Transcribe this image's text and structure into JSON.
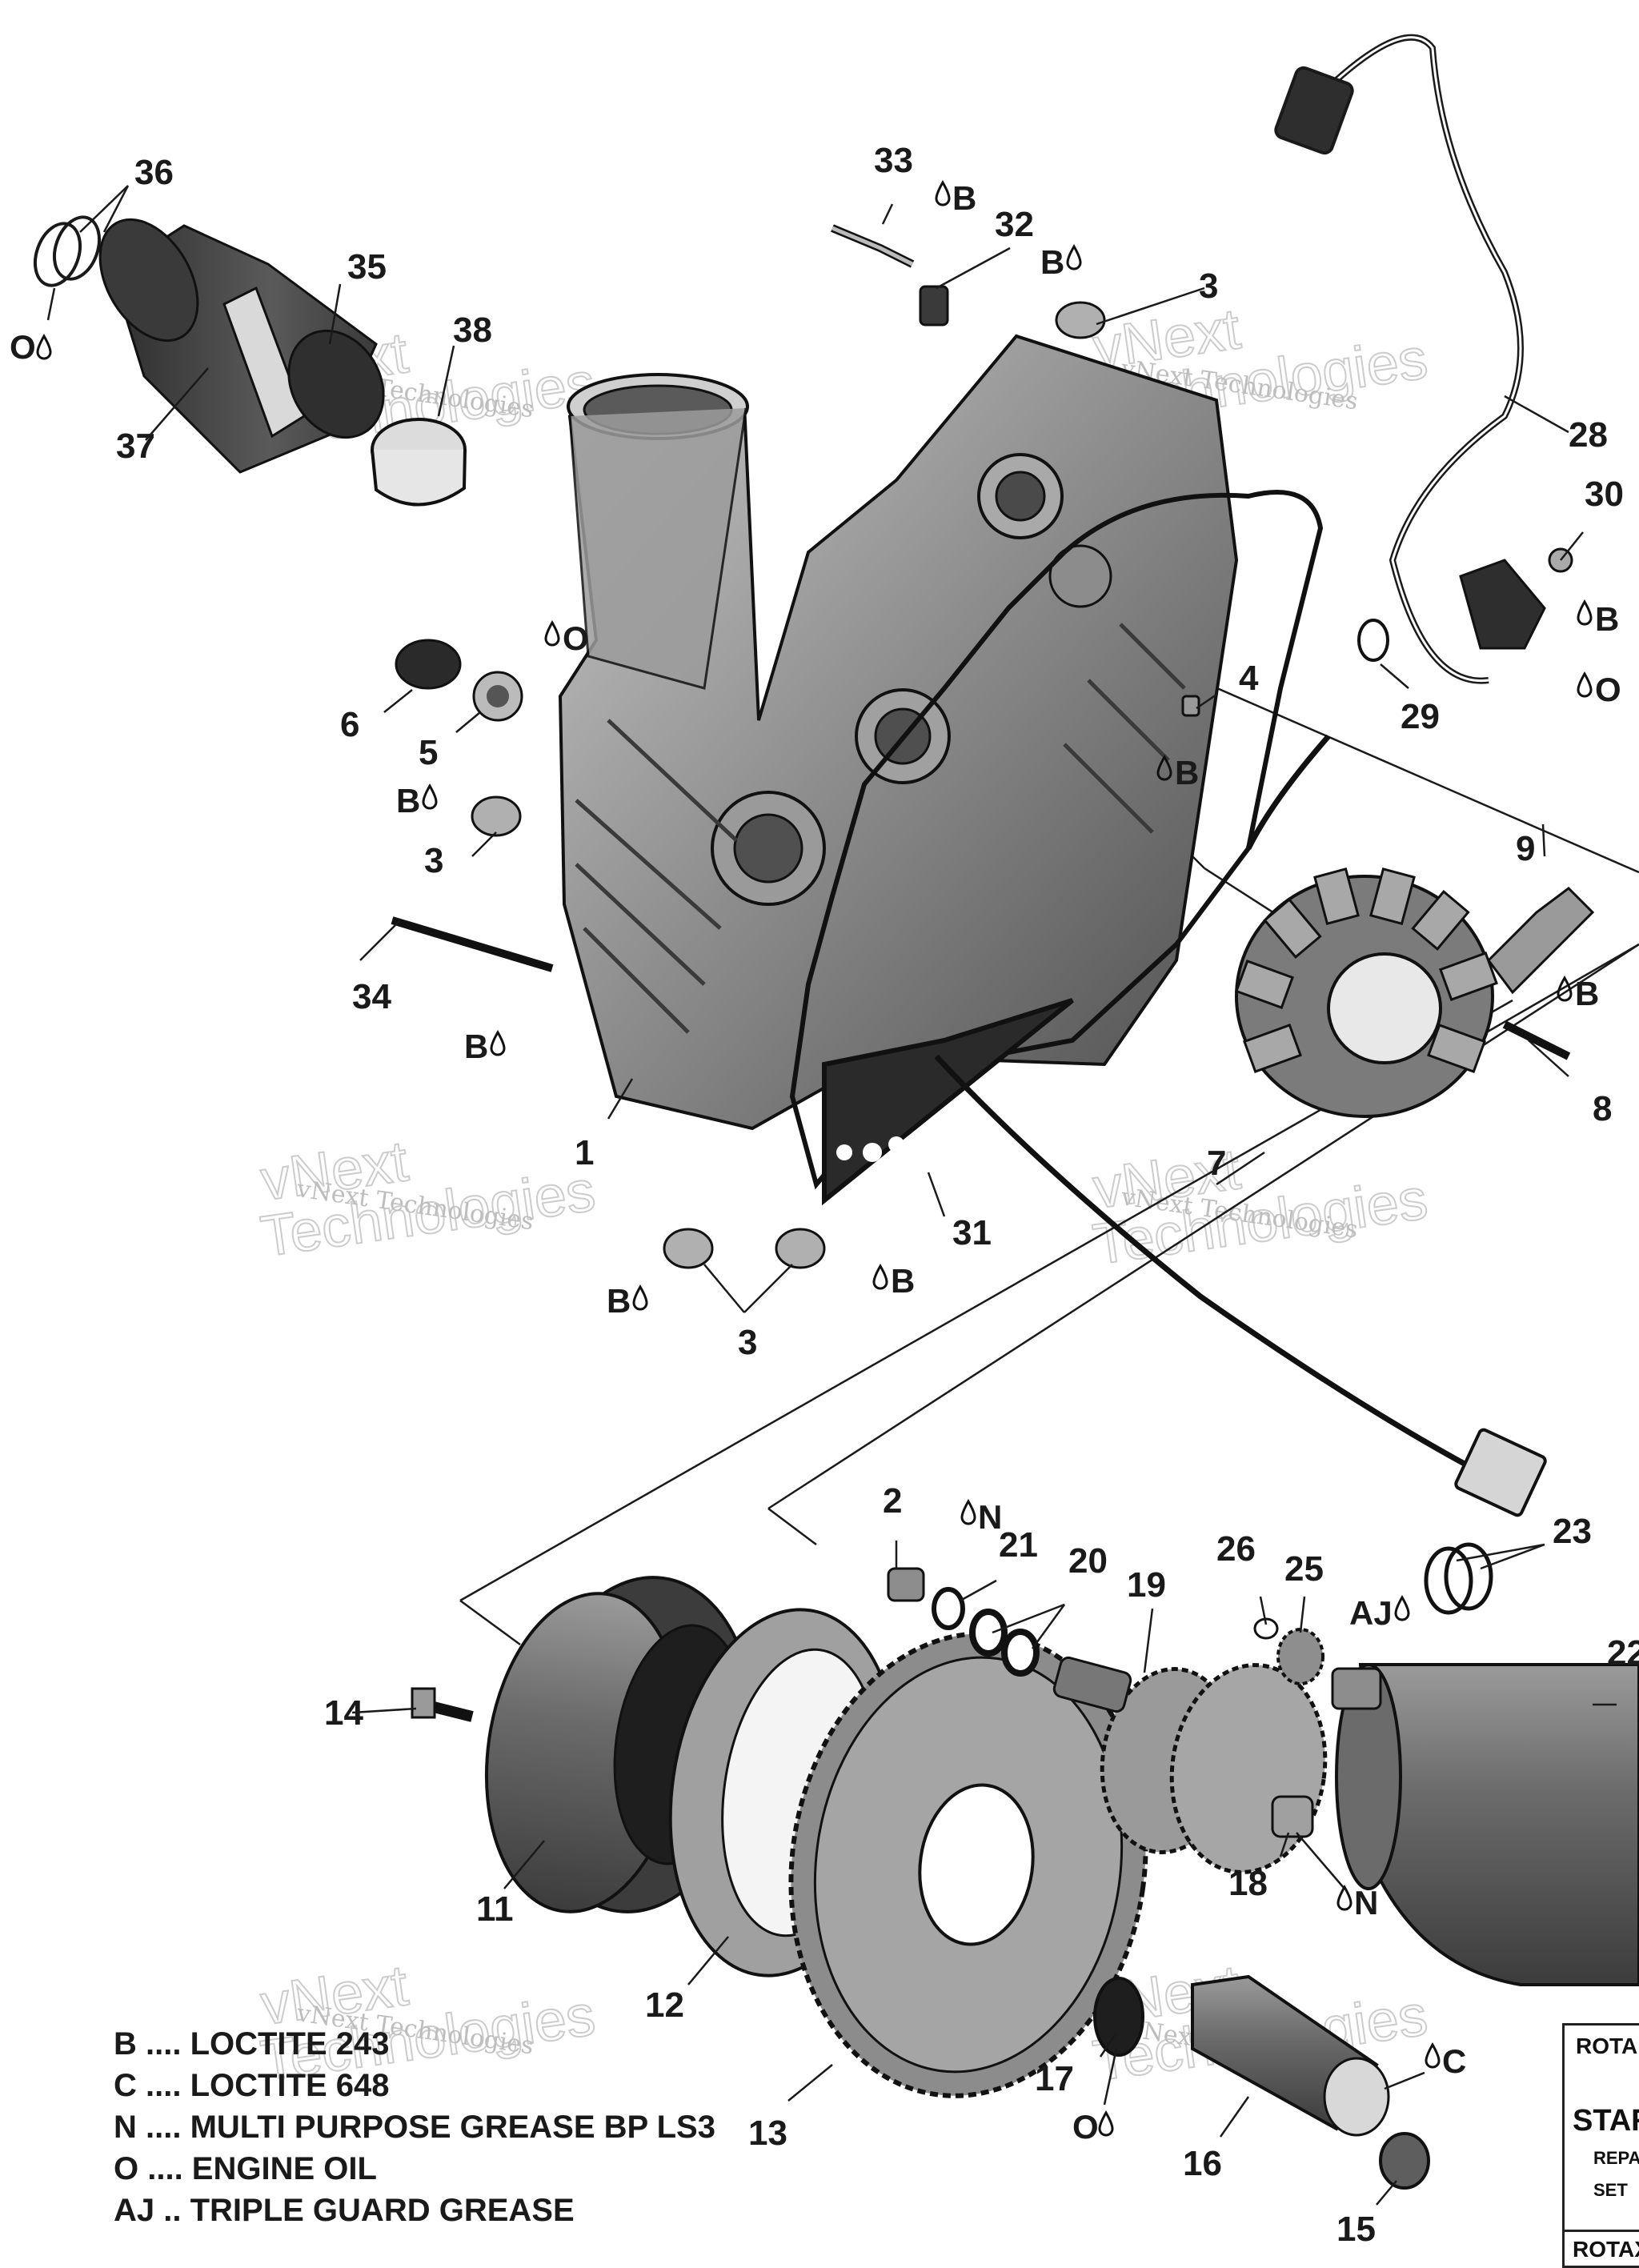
{
  "watermark": {
    "small": "vNext Technologies",
    "big_top": "vNext",
    "big_bottom": "Technologies"
  },
  "callouts": {
    "n1": "1",
    "n2": "2",
    "n3a": "3",
    "n3b": "3",
    "n3c": "3",
    "n4": "4",
    "n5": "5",
    "n6": "6",
    "n7": "7",
    "n8": "8",
    "n9": "9",
    "n11": "11",
    "n12": "12",
    "n13": "13",
    "n14": "14",
    "n15": "15",
    "n16": "16",
    "n17": "17",
    "n18": "18",
    "n19": "19",
    "n20": "20",
    "n21": "21",
    "n22": "22",
    "n23": "23",
    "n25": "25",
    "n26": "26",
    "n28": "28",
    "n29": "29",
    "n30": "30",
    "n31": "31",
    "n32": "32",
    "n33": "33",
    "n34": "34",
    "n35": "35",
    "n36": "36",
    "n37": "37",
    "n38": "38"
  },
  "marks": {
    "B": "B",
    "O": "O",
    "N": "N",
    "C": "C",
    "AJ": "AJ"
  },
  "legend": [
    {
      "code": "B",
      "text": "B .... LOCTITE 243"
    },
    {
      "code": "C",
      "text": "C .... LOCTITE 648"
    },
    {
      "code": "N",
      "text": "N .... MULTI PURPOSE GREASE BP LS3"
    },
    {
      "code": "O",
      "text": "O .... ENGINE OIL"
    },
    {
      "code": "AJ",
      "text": "AJ .. TRIPLE GUARD GREASE"
    }
  ],
  "rotax_box": {
    "brand": "ROTA",
    "title": "STAR",
    "sub1": "REPA",
    "sub2": "SET",
    "footer": "ROTAX"
  },
  "colors": {
    "line": "#1a1a1a",
    "metal_dark": "#4a4a4a",
    "metal_mid": "#7d7d7d",
    "metal_light": "#b8b8b8",
    "watermark": "#c4c4c4"
  }
}
